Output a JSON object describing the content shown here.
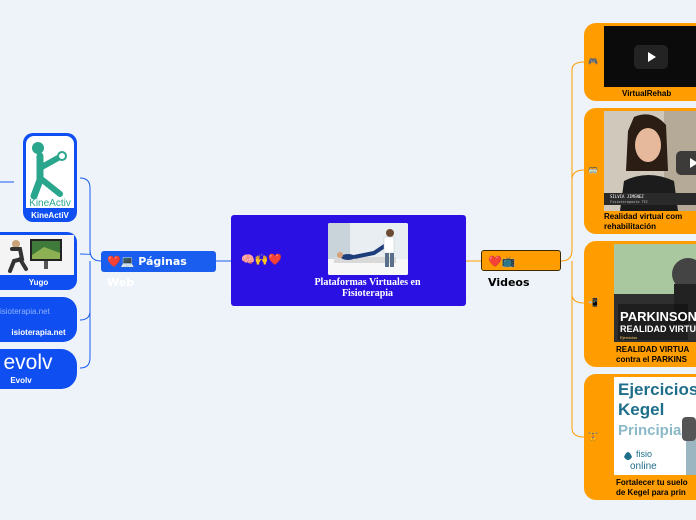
{
  "central": {
    "emojis": "🧠🙌❤️",
    "title": "Plataformas Virtuales en Fisioterapia"
  },
  "branches": {
    "web": "❤️💻 Páginas Web",
    "videos": "❤️📺 Videos"
  },
  "web_pages": [
    {
      "caption": "KineActiV",
      "logo_text": "KineActiv",
      "image": "kineactiv-logo"
    },
    {
      "caption": "Yugo",
      "image": "yugo-screenshot"
    },
    {
      "caption": "isioterapia.net",
      "logo_text": "isioterapia.net",
      "image": "fisioterapia-net-logo"
    },
    {
      "caption": "Evolv",
      "logo_text": "evolv",
      "image": "evolv-logo"
    }
  ],
  "videos": [
    {
      "emoji": "🎮",
      "caption": "VirtualRehab",
      "image": "video-thumbnail-dark"
    },
    {
      "emoji": "🥽",
      "caption": "Realidad virtual com\nrehabilitación",
      "image": "video-thumbnail-interview",
      "overlay_text": "SILVIA JIMENEZ\nFisioterapeuta TEC"
    },
    {
      "emoji": "📲",
      "caption": "REALIDAD VIRTUA\ncontra el PARKINS",
      "image": "video-thumbnail-parkinson",
      "overlay_text": "PARKINSON\nREALIDAD VIRTUAL"
    },
    {
      "emoji": "🏋",
      "caption": "Fortalecer tu suelo\nde Kegel para prin",
      "image": "video-thumbnail-kegel",
      "overlay_text": "Ejercicios\nKegel\nPrincipia",
      "brand": "fisio\nonline"
    }
  ],
  "colors": {
    "background": "#eef2f9",
    "central": "#2b10e4",
    "web_branch": "#1a5ef0",
    "video_branch": "#ff9d00"
  }
}
